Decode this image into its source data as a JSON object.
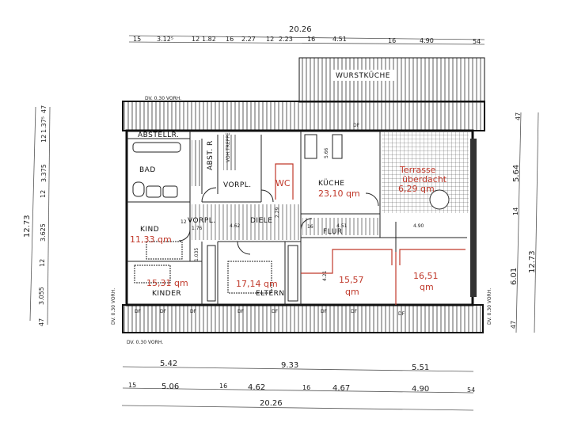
{
  "plan": {
    "rooms": {
      "wurstkueche": "WURSTKÜCHE",
      "abstellraum": "ABSTELLR.",
      "bad": "BAD",
      "abst_r": "ABST. R",
      "treppe": "VOH.TREPPE",
      "vorplatz_top": "VORPL.",
      "kueche": "KÜCHE",
      "kind": "KIND",
      "vorplatz_mid": "VORPL.",
      "diele": "DIELE",
      "flur": "FLUR",
      "kinder": "KINDER",
      "eltern": "ELTERN"
    },
    "annotations": {
      "wc": "WC",
      "kueche_area": "23,10 qm",
      "terrace_line1": "Terrasse",
      "terrace_line2": "überdacht",
      "terrace_area": "6,29 qm",
      "kind_area": "11,33 qm",
      "kinder_area": "15,31 qm",
      "eltern_area": "17,14 qm",
      "room_a_area_line1": "15,57",
      "room_a_area_line2": "qm",
      "room_b_area_line1": "16,51",
      "room_b_area_line2": "qm"
    },
    "notes": {
      "df": "DF",
      "overhang": "DV. 0.30 VORH."
    },
    "inner_dims": [
      "4.62",
      "2.29",
      "1.76",
      "4.51",
      "4.90",
      "4.21",
      "1.035",
      "12",
      "16",
      "5.66"
    ],
    "dimensions": {
      "top_total": "20.26",
      "top_segments": [
        "15",
        "3.12⁵",
        "12",
        "1.82",
        "16",
        "2.27",
        "12",
        "2.23",
        "16",
        "4.51",
        "16",
        "4.90",
        "54"
      ],
      "left_total": "12.73",
      "left_segments": [
        "47",
        "1.37⁵",
        "12",
        "3.375",
        "12",
        "3.625",
        "12",
        "3.055",
        "47"
      ],
      "right_total": "12.73",
      "right_segments": [
        "47",
        "5.64",
        "14",
        "6.01",
        "47"
      ],
      "bottom_upper": [
        "5.42",
        "9.33",
        "5.51"
      ],
      "bottom_segments": [
        "15",
        "5.06",
        "16",
        "4.62",
        "16",
        "4.67",
        "4.90",
        "54"
      ],
      "bottom_total": "20.26"
    },
    "colors": {
      "ink": "#111111",
      "markup": "#c0392b"
    }
  }
}
